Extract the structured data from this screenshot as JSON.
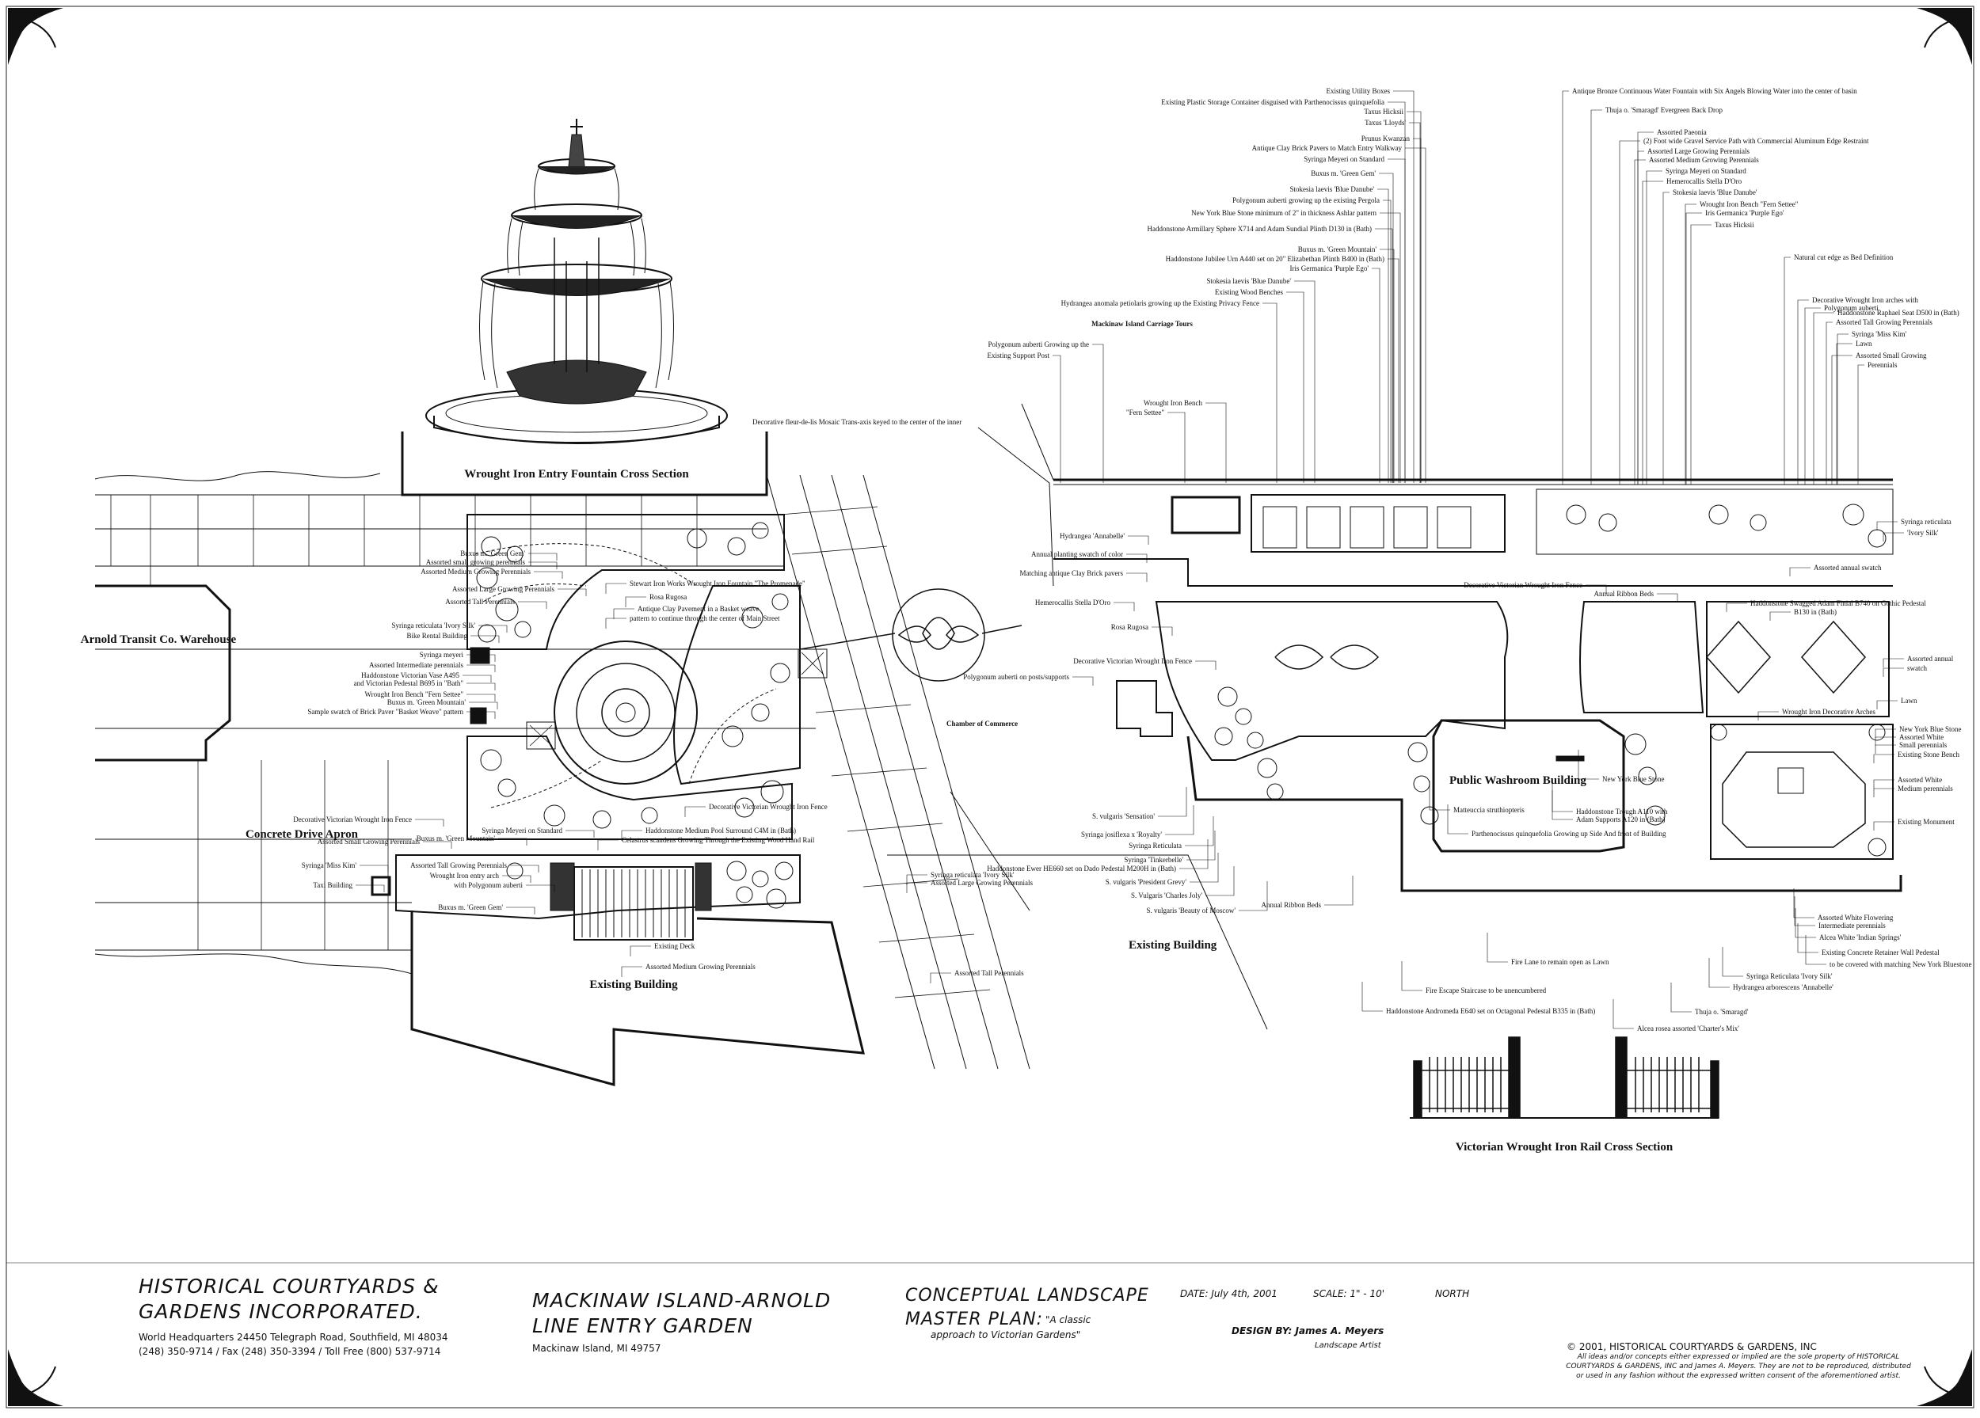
{
  "drawing": {
    "titles": {
      "fountain_section": "Wrought Iron Entry Fountain Cross Section",
      "rail_section": "Victorian Wrought Iron Rail Cross Section",
      "warehouse": "Arnold Transit Co. Warehouse",
      "concrete_apron": "Concrete Drive Apron",
      "existing_building_left": "Existing Building",
      "existing_building_right": "Existing Building",
      "chamber": "Chamber of Commerce",
      "washroom": "Public Washroom Building",
      "carriage_tours": "Mackinaw Island Carriage Tours",
      "fleur_note": "Decorative fleur-de-lis Mosaic Trans-axis keyed to the center of the inner"
    },
    "left_labels": [
      "Buxus m. 'Green Gem'",
      "Assorted small growing perennials",
      "Assorted Medium Growing Perennials",
      "Assorted Large Growing Perennials",
      "Assorted Tall Perennials",
      "Syringa reticulata 'Ivory Silk'",
      "Bike Rental Building",
      "Syringa meyeri",
      "Assorted Intermediate perennials",
      "Haddonstone Victorian Vase A495",
      "and Victorian Pedestal B695 in \"Bath\"",
      "Wrought Iron Bench \"Fern Settee\"",
      "Buxus m. 'Green Mountain'",
      "Sample swatch of Brick Paver \"Basket Weave\" pattern",
      "Decorative Victorian Wrought Iron Fence",
      "Assorted Small Growing Perennials",
      "Syringa 'Miss Kim'",
      "Taxi Building",
      "Assorted Tall Growing Perennials",
      "Wrought Iron entry arch",
      "with Polygonum auberti",
      "Buxus m. 'Green Gem'",
      "Buxus m. 'Green Mountain'",
      "Syringa Meyeri on Standard"
    ],
    "center_labels": [
      "Stewart Iron Works Wrought Iron Fountain \"The Promenade\"",
      "Rosa Rugosa",
      "Antique Clay Pavement in a Basket weave",
      "pattern to continue through the center of Main Street",
      "Decorative Victorian Wrought Iron Fence",
      "Haddonstone Medium Pool Surround C4M in (Bath)",
      "Celastrus scandens Growing Through the Existing Wood Hand Rail",
      "Syringa reticulata 'Ivory Silk'",
      "Assorted Large Growing Perennials",
      "Existing Deck",
      "Assorted Medium Growing Perennials",
      "Assorted Tall Perennials"
    ],
    "right_top_labels": [
      "Existing Utility Boxes",
      "Existing Plastic Storage Container disguised with Parthenocissus quinquefolia",
      "Taxus Hicksii",
      "Taxus 'Lloyds'",
      "Prunus Kwanzan",
      "Antique Clay Brick Pavers to Match Entry Walkway",
      "Syringa Meyeri on Standard",
      "Buxus m. 'Green Gem'",
      "Stokesia laevis 'Blue Danube'",
      "Polygonum auberti growing up the existing Pergola",
      "New York Blue Stone minimum of 2\" in thickness Ashlar pattern",
      "Haddonstone Armillary Sphere X714 and Adam Sundial Plinth D130 in (Bath)",
      "Buxus m. 'Green Mountain'",
      "Haddonstone Jubilee Urn A440 set on 20\" Elizabethan Plinth B400 in (Bath)",
      "Iris Germanica 'Purple Ego'",
      "Stokesia laevis 'Blue Danube'",
      "Existing Wood Benches",
      "Hydrangea anomala petiolaris growing up the Existing Privacy Fence",
      "Polygonum auberti Growing up the",
      "Existing Support Post",
      "Wrought Iron Bench",
      "\"Fern Settee\""
    ],
    "right_top_right_labels": [
      "Antique Bronze Continuous Water Fountain with Six Angels Blowing Water into the center of basin",
      "Thuja o. 'Smaragd' Evergreen Back Drop",
      "Assorted Paeonia",
      "(2) Foot wide Gravel Service Path with Commercial Aluminum Edge Restraint",
      "Assorted Large Growing Perennials",
      "Assorted Medium Growing Perennials",
      "Syringa Meyeri on Standard",
      "Hemerocallis Stella D'Oro",
      "Stokesia laevis 'Blue Danube'",
      "Wrought Iron Bench \"Fern Settee\"",
      "Iris Germanica 'Purple Ego'",
      "Taxus Hicksii",
      "Natural cut edge as Bed Definition",
      "Decorative Wrought Iron arches with",
      "Polygonum auberti",
      "Haddonstone Raphael Seat D500 in (Bath)",
      "Assorted Tall Growing Perennials",
      "Syringa 'Miss Kim'",
      "Lawn",
      "Assorted Small Growing",
      "Perennials"
    ],
    "right_mid_labels": [
      "Hydrangea 'Annabelle'",
      "Annual planting swatch of color",
      "Matching antique Clay Brick pavers",
      "Hemerocallis Stella D'Oro",
      "Rosa Rugosa",
      "Decorative Victorian Wrought Iron Fence",
      "Polygonum auberti on posts/supports",
      "Decorative Victorian Wrought Iron Fence",
      "Annual Ribbon Beds",
      "Haddonstone Swagged Adam Finial B740 on Gothic Pedestal",
      "B130 in (Bath)",
      "Syringa reticulata",
      "'Ivory Silk'",
      "Assorted annual swatch",
      "Assorted annual",
      "swatch",
      "Lawn",
      "Wrought Iron Decorative Arches",
      "New York Blue Stone",
      "Assorted White",
      "Small perennials",
      "Existing Stone Bench",
      "Assorted White",
      "Medium perennials",
      "Existing Monument"
    ],
    "right_bottom_labels": [
      "S. vulgaris 'Sensation'",
      "Syringa josiflexa x 'Royalty'",
      "Syringa Reticulata",
      "Syringa 'Tinkerbelle'",
      "Haddonstone Ewer HE660 set on Dado Pedestal M200H in (Bath)",
      "S. vulgaris 'President Grevy'",
      "S. Vulgaris 'Charles Joly'",
      "Annual Ribbon Beds",
      "S. vulgaris 'Beauty of Moscow'",
      "Matteuccia struthiopteris",
      "Haddonstone Trough A110 with",
      "Adam Supports A120 in (Bath)",
      "Parthenocissus quinquefolia Growing up Side And front of Building",
      "New York Blue Stone",
      "Fire Lane to remain open as Lawn",
      "Fire Escape Staircase to be unencumbered",
      "Haddonstone Andromeda E640 set on Octagonal Pedestal B335 in (Bath)",
      "Thuja o. 'Smaragd'",
      "Alcea rosea assorted 'Charter's Mix'",
      "Assorted White Flowering",
      "Intermediate perennials",
      "Alcea White 'Indian Springs'",
      "Existing Concrete Retainer Wall Pedestal",
      "to be covered with matching New York Bluestone",
      "Syringa Reticulata 'Ivory Silk'",
      "Hydrangea arborescens 'Annabelle'"
    ]
  },
  "title_block": {
    "company_line1": "HISTORICAL COURTYARDS &",
    "company_line2": "GARDENS INCORPORATED.",
    "hq": "World Headquarters 24450 Telegraph Road, Southfield, MI 48034",
    "phones": "(248) 350-9714 / Fax (248) 350-3394 / Toll Free (800) 537-9714",
    "project_line1": "MACKINAW ISLAND-ARNOLD",
    "project_line2": "LINE ENTRY GARDEN",
    "project_location": "Mackinaw Island, MI 49757",
    "plan_line1": "CONCEPTUAL LANDSCAPE",
    "plan_line2": "MASTER PLAN:",
    "plan_quote1": "\"A classic",
    "plan_quote2": "approach to Victorian Gardens\"",
    "date": "DATE: July 4th, 2001",
    "scale": "SCALE: 1\" - 10'",
    "north": "NORTH",
    "design_by": "DESIGN BY: James A. Meyers",
    "design_role": "Landscape Artist",
    "copyright": "© 2001, HISTORICAL COURTYARDS & GARDENS, INC",
    "rights1": "All ideas and/or concepts either expressed or implied are the sole property of HISTORICAL",
    "rights2": "COURTYARDS & GARDENS, INC and James A. Meyers. They are not to be reproduced, distributed",
    "rights3": "or used in any fashion without the expressed written consent of the aforementioned artist."
  }
}
